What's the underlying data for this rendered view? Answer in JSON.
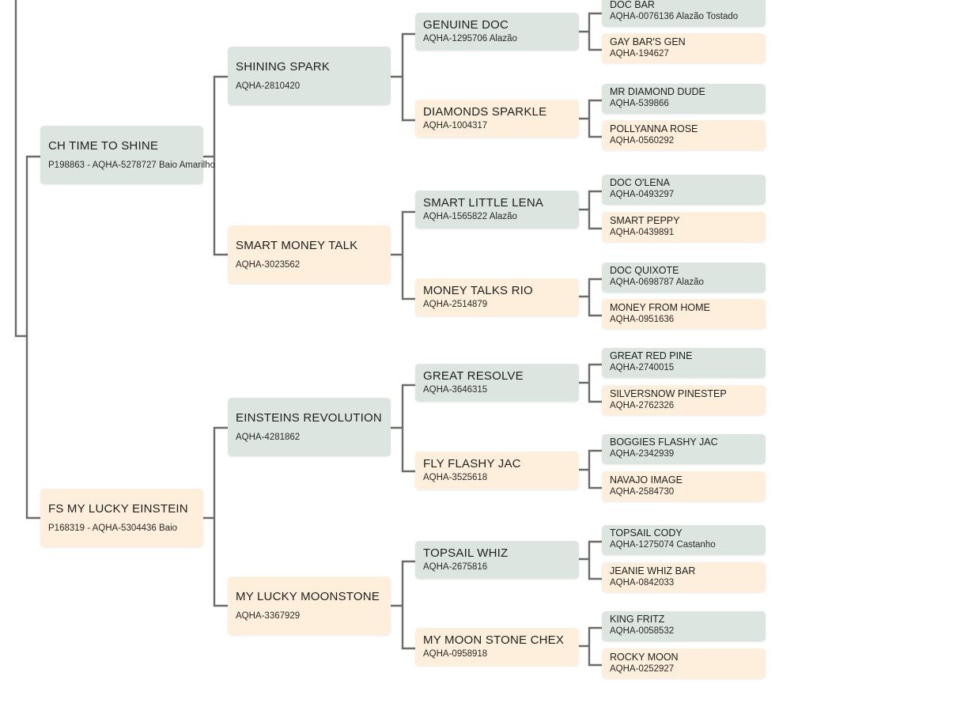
{
  "pedigree": {
    "sire": {
      "name": "CH TIME TO SHINE",
      "info": "P198863 - AQHA-5278727 Baio Amarilho",
      "sire": {
        "name": "SHINING SPARK",
        "info": "AQHA-2810420",
        "sire": {
          "name": "GENUINE DOC",
          "info": "AQHA-1295706 Alazão",
          "sire": {
            "name": "DOC BAR",
            "info": "AQHA-0076136 Alazão Tostado"
          },
          "dam": {
            "name": "GAY BAR'S GEN",
            "info": "AQHA-194627"
          }
        },
        "dam": {
          "name": "DIAMONDS SPARKLE",
          "info": "AQHA-1004317",
          "sire": {
            "name": "MR DIAMOND DUDE",
            "info": "AQHA-539866"
          },
          "dam": {
            "name": "POLLYANNA ROSE",
            "info": "AQHA-0560292"
          }
        }
      },
      "dam": {
        "name": "SMART MONEY TALK",
        "info": "AQHA-3023562",
        "sire": {
          "name": "SMART LITTLE LENA",
          "info": "AQHA-1565822 Alazão",
          "sire": {
            "name": "DOC O'LENA",
            "info": "AQHA-0493297"
          },
          "dam": {
            "name": "SMART PEPPY",
            "info": "AQHA-0439891"
          }
        },
        "dam": {
          "name": "MONEY TALKS RIO",
          "info": "AQHA-2514879",
          "sire": {
            "name": "DOC QUIXOTE",
            "info": "AQHA-0698787 Alazão"
          },
          "dam": {
            "name": "MONEY FROM HOME",
            "info": "AQHA-0951636"
          }
        }
      }
    },
    "dam": {
      "name": "FS MY LUCKY EINSTEIN",
      "info": "P168319 - AQHA-5304436 Baio",
      "sire": {
        "name": "EINSTEINS REVOLUTION",
        "info": "AQHA-4281862",
        "sire": {
          "name": "GREAT RESOLVE",
          "info": "AQHA-3646315",
          "sire": {
            "name": "GREAT RED PINE",
            "info": "AQHA-2740015"
          },
          "dam": {
            "name": "SILVERSNOW PINESTEP",
            "info": "AQHA-2762326"
          }
        },
        "dam": {
          "name": "FLY FLASHY JAC",
          "info": "AQHA-3525618",
          "sire": {
            "name": "BOGGIES FLASHY JAC",
            "info": "AQHA-2342939"
          },
          "dam": {
            "name": "NAVAJO IMAGE",
            "info": "AQHA-2584730"
          }
        }
      },
      "dam": {
        "name": "MY LUCKY MOONSTONE",
        "info": "AQHA-3367929",
        "sire": {
          "name": "TOPSAIL WHIZ",
          "info": "AQHA-2675816",
          "sire": {
            "name": "TOPSAIL CODY",
            "info": "AQHA-1275074 Castanho"
          },
          "dam": {
            "name": "JEANIE WHIZ BAR",
            "info": "AQHA-0842033"
          }
        },
        "dam": {
          "name": "MY MOON STONE CHEX",
          "info": "AQHA-0958918",
          "sire": {
            "name": "KING FRITZ",
            "info": "AQHA-0058532"
          },
          "dam": {
            "name": "ROCKY MOON",
            "info": "AQHA-0252927"
          }
        }
      }
    }
  },
  "colors": {
    "male_box": "#dde5e1",
    "female_box": "#fdefdb",
    "connector": "#6b6b6b"
  }
}
